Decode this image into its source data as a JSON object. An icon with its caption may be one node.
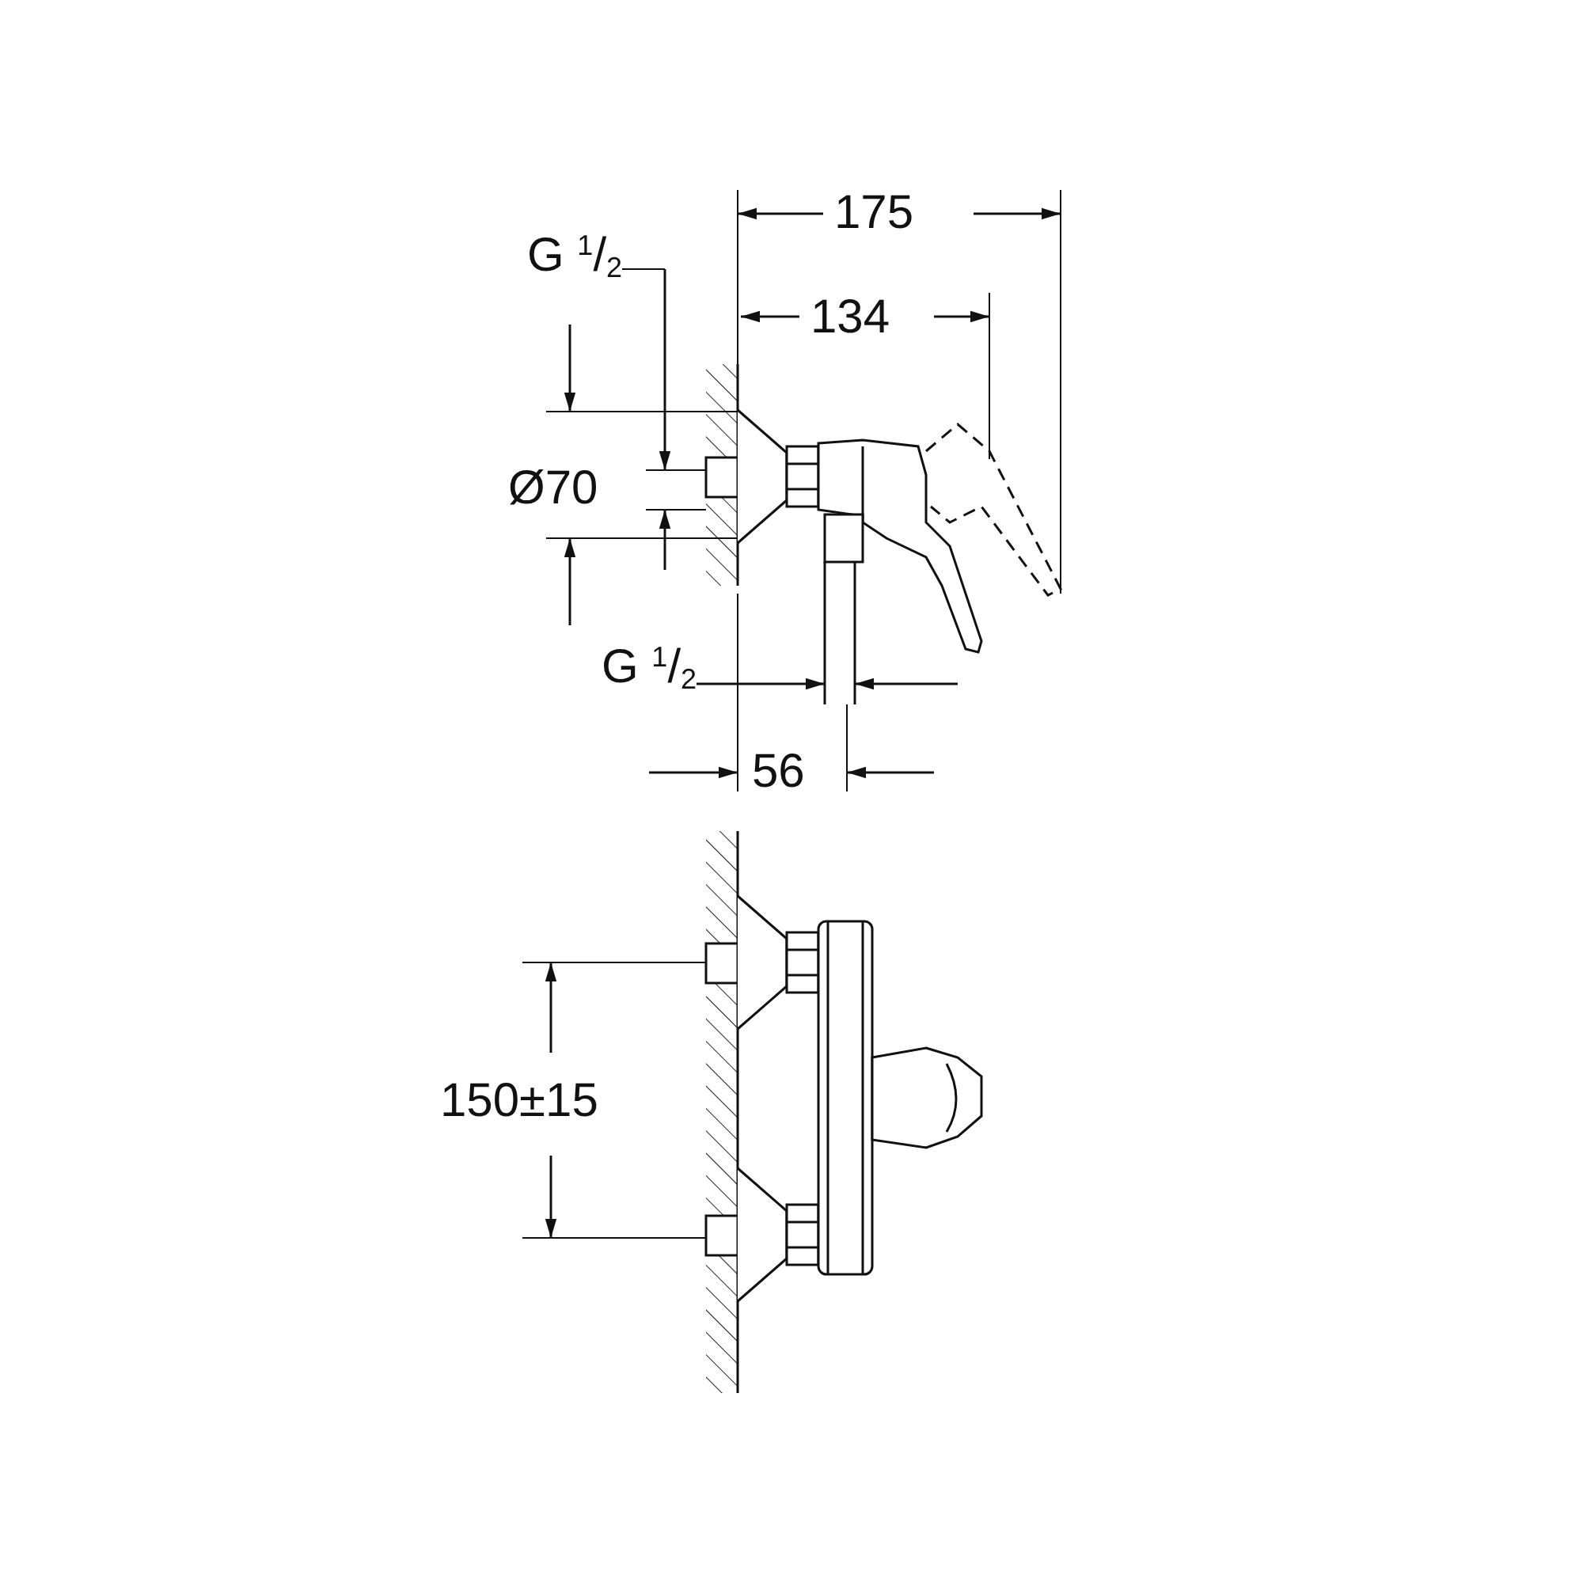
{
  "diagram": {
    "labels": [
      "G $^{1}$/$_{2}$",
      "175",
      "134",
      "Ø70",
      "G $^{1}$/$_{2}$",
      "56",
      "150±15"
    ]
  }
}
